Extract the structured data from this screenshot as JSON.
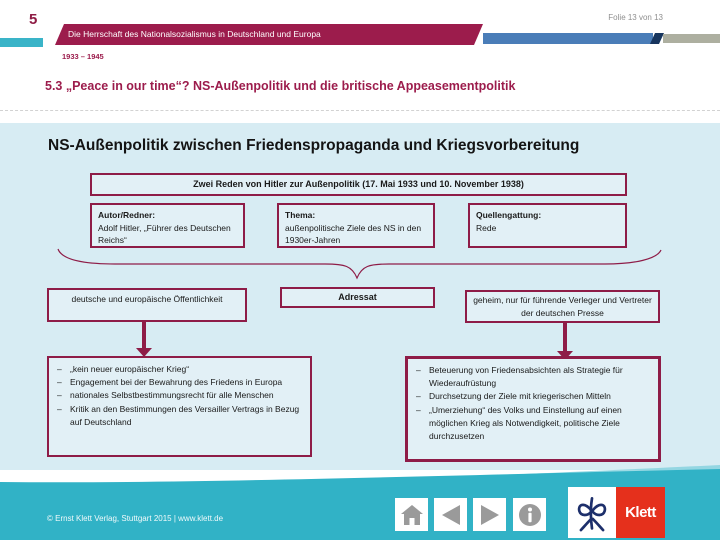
{
  "header": {
    "chapter_number": "5",
    "chapter_title": "Die Herrschaft des Nationalsozialismus in Deutschland und Europa",
    "chapter_years": "1933 – 1945",
    "slide_counter": "Folie 13 von 13",
    "slide_title": "5.3 „Peace in our time“? NS-Außenpolitik und die britische Appeasementpolitik"
  },
  "diagram": {
    "heading": "NS-Außenpolitik zwischen Friedenspropaganda und Kriegsvorbereitung",
    "source_box": "Zwei Reden von Hitler zur Außenpolitik (17. Mai 1933 und 10. November 1938)",
    "info_boxes": [
      {
        "label": "Autor/Redner:",
        "text": "Adolf Hitler, „Führer des Deutschen Reichs“"
      },
      {
        "label": "Thema:",
        "text": "außenpolitische Ziele des NS in den 1930er-Jahren"
      },
      {
        "label": "Quellengattung:",
        "text": "Rede"
      }
    ],
    "addressee_label": "Adressat",
    "addressee_public": "deutsche und europäische Öffentlichkeit",
    "addressee_secret": "geheim, nur für führende Verleger und Vertreter der deutschen Presse",
    "points_public": [
      "„kein neuer europäischer Krieg“",
      "Engagement bei der Bewahrung des Friedens in Europa",
      "nationales Selbstbestimmungsrecht für alle Menschen",
      "Kritik an den Bestimmungen des Versailler Vertrags in Bezug auf Deutschland"
    ],
    "points_secret": [
      "Beteuerung von Friedensabsichten als Strategie für Wiederaufrüstung",
      "Durchsetzung der Ziele mit kriegerischen Mitteln",
      "„Umerziehung“ des Volks und Einstellung auf einen möglichen Krieg als Notwendigkeit, politische Ziele durchzusetzen"
    ]
  },
  "footer": {
    "copyright": "© Ernst Klett Verlag, Stuttgart 2015 | www.klett.de",
    "nav_icons": [
      {
        "name": "home-icon",
        "shape": "house"
      },
      {
        "name": "back-icon",
        "shape": "left-triangle"
      },
      {
        "name": "forward-icon",
        "shape": "right-triangle"
      },
      {
        "name": "info-icon",
        "shape": "info-circle"
      }
    ],
    "logo_label": "Klett"
  },
  "colors": {
    "crimson": "#9c1c4c",
    "crimson_border": "#8e1c47",
    "teal": "#35b2c6",
    "light_blue_bg": "#d7ecf3",
    "box_bg": "#e2f0f6",
    "steel_blue": "#4a7db8",
    "navy": "#17355e",
    "tan": "#adafa0",
    "logo_red": "#e5301c",
    "logo_blue": "#1d2f6b",
    "icon_gray": "#9a9a9a"
  }
}
